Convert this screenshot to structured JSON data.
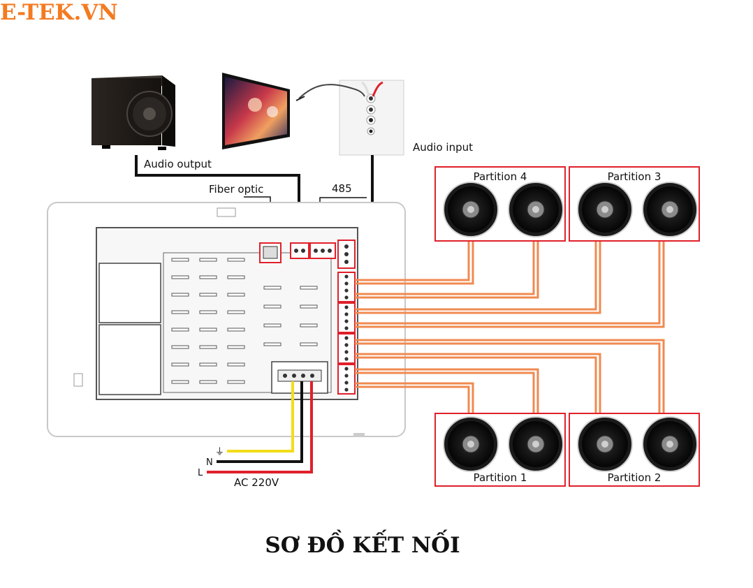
{
  "brand": "E-TEK.VN",
  "colors": {
    "brand": "#f47a20",
    "highlight": "#e0202a",
    "speaker_wire": "#f08a50",
    "wire_black": "#111111",
    "ground": "#f2dc1a",
    "live": "#e0202a"
  },
  "labels": {
    "audio_output": "Audio output",
    "audio_input": "Audio input",
    "fiber_optic": "Fiber optic",
    "rs485": "485",
    "ac": "AC 220V",
    "ground": "⏚",
    "neutral": "N",
    "live": "L"
  },
  "partitions": [
    "Partition 1",
    "Partition 2",
    "Partition 3",
    "Partition 4"
  ],
  "caption": "SƠ ĐỒ KẾT NỐI"
}
